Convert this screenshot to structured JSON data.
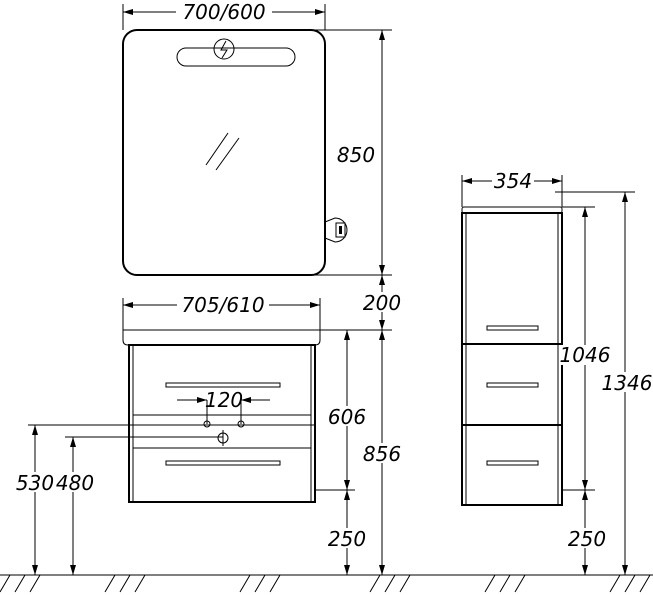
{
  "mirror": {
    "width_label": "700/600",
    "height_label": "850"
  },
  "vanity": {
    "width_label": "705/610",
    "gap_label": "200",
    "height_label": "606",
    "tap_spacing_label": "120",
    "total_height_label": "856",
    "floor_clearance_label": "250",
    "supply_height_label": "530",
    "drain_height_label": "480"
  },
  "tall_cabinet": {
    "width_label": "354",
    "height_label": "1046",
    "total_height_label": "1346",
    "floor_clearance_label": "250"
  },
  "icons": {
    "light": "lightning-icon",
    "socket": "socket-icon",
    "mirror": "mirror-reflection-icon"
  }
}
